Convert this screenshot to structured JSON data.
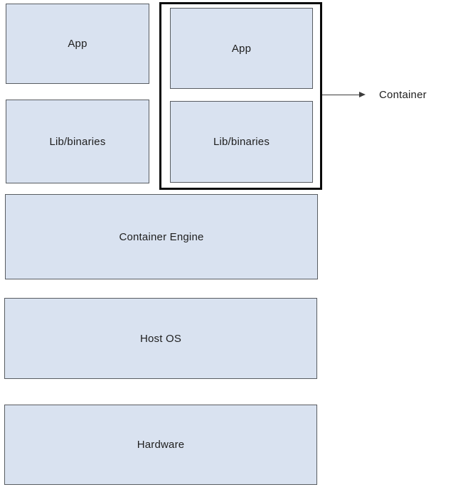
{
  "diagram": {
    "left_stack": {
      "app_label": "App",
      "lib_label": "Lib/binaries"
    },
    "container_group": {
      "app_label": "App",
      "lib_label": "Lib/binaries",
      "callout_label": "Container"
    },
    "layers": {
      "container_engine_label": "Container Engine",
      "host_os_label": "Host OS",
      "hardware_label": "Hardware"
    }
  },
  "colors": {
    "box_fill": "#d9e2f0",
    "box_border": "#585c61",
    "container_group_border": "#0a0a0a",
    "arrow": "#3c3c3c",
    "text": "#1e1e1e",
    "background": "#ffffff"
  }
}
